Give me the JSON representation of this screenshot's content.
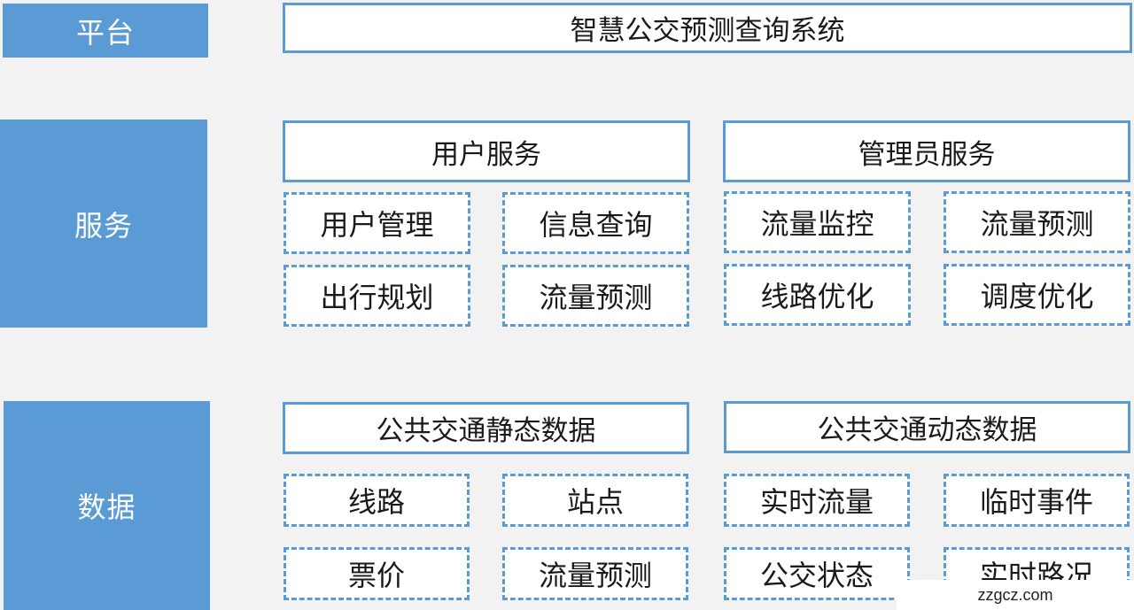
{
  "layers": {
    "platform": "平台",
    "service": "服务",
    "data": "数据"
  },
  "platform": {
    "title": "智慧公交预测查询系统"
  },
  "service": {
    "user": {
      "title": "用户服务",
      "items": [
        "用户管理",
        "信息查询",
        "出行规划",
        "流量预测"
      ]
    },
    "admin": {
      "title": "管理员服务",
      "items": [
        "流量监控",
        "流量预测",
        "线路优化",
        "调度优化"
      ]
    }
  },
  "data": {
    "static": {
      "title": "公共交通静态数据",
      "items": [
        "线路",
        "站点",
        "票价",
        "流量预测"
      ]
    },
    "dynamic": {
      "title": "公共交通动态数据",
      "items": [
        "实时流量",
        "临时事件",
        "公交状态",
        "实时路况"
      ]
    }
  },
  "watermark": "zzgcz.com",
  "colors": {
    "accent": "#5b9bd5",
    "background": "#f2f2f2",
    "box": "#ffffff"
  }
}
